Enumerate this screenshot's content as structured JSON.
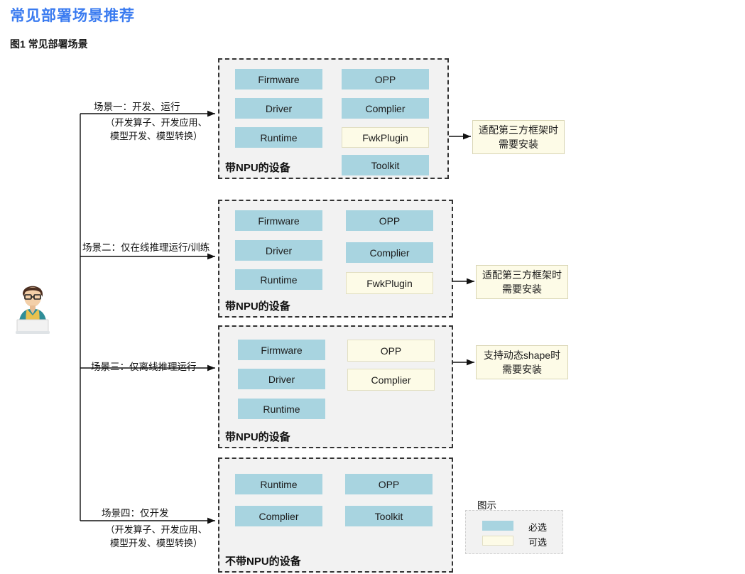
{
  "title": "常见部署场景推荐",
  "caption": {
    "num": "图1",
    "text": "常见部署场景"
  },
  "colors": {
    "required": "#a8d4e0",
    "optional": "#fdfbe7",
    "title": "#3a7bf0",
    "group_bg": "#f2f2f2"
  },
  "actor": {
    "name": "developer-avatar"
  },
  "scenarios": [
    {
      "id": "scenario-1",
      "label": "场景一：开发、运行",
      "sub": "（开发算子、开发应用、\n模型开发、模型转换）",
      "sub_line1": "（开发算子、开发应用、",
      "sub_line2": "模型开发、模型转换）",
      "device": "带NPU的设备",
      "left_components": [
        {
          "name": "Firmware",
          "type": "required"
        },
        {
          "name": "Driver",
          "type": "required"
        },
        {
          "name": "Runtime",
          "type": "required"
        }
      ],
      "right_components": [
        {
          "name": "OPP",
          "type": "required"
        },
        {
          "name": "Complier",
          "type": "required"
        },
        {
          "name": "FwkPlugin",
          "type": "optional"
        },
        {
          "name": "Toolkit",
          "type": "required"
        }
      ],
      "note": {
        "line1": "适配第三方框架时",
        "line2": "需要安装",
        "from": "FwkPlugin"
      }
    },
    {
      "id": "scenario-2",
      "label": "场景二：仅在线推理运行/训练",
      "sub_line1": "",
      "sub_line2": "",
      "device": "带NPU的设备",
      "left_components": [
        {
          "name": "Firmware",
          "type": "required"
        },
        {
          "name": "Driver",
          "type": "required"
        },
        {
          "name": "Runtime",
          "type": "required"
        }
      ],
      "right_components": [
        {
          "name": "OPP",
          "type": "required"
        },
        {
          "name": "Complier",
          "type": "required"
        },
        {
          "name": "FwkPlugin",
          "type": "optional"
        }
      ],
      "note": {
        "line1": "适配第三方框架时",
        "line2": "需要安装",
        "from": "FwkPlugin"
      }
    },
    {
      "id": "scenario-3",
      "label": "场景三：仅离线推理运行",
      "sub_line1": "",
      "sub_line2": "",
      "device": "带NPU的设备",
      "left_components": [
        {
          "name": "Firmware",
          "type": "required"
        },
        {
          "name": "Driver",
          "type": "required"
        },
        {
          "name": "Runtime",
          "type": "required"
        }
      ],
      "right_components": [
        {
          "name": "OPP",
          "type": "optional"
        },
        {
          "name": "Complier",
          "type": "optional"
        }
      ],
      "note": {
        "line1": "支持动态shape时",
        "line2": "需要安装",
        "from": "OPP,Complier"
      }
    },
    {
      "id": "scenario-4",
      "label": "场景四：仅开发",
      "sub_line1": "（开发算子、开发应用、",
      "sub_line2": "模型开发、模型转换）",
      "device": "不带NPU的设备",
      "left_components": [
        {
          "name": "Runtime",
          "type": "required"
        },
        {
          "name": "Complier",
          "type": "required"
        }
      ],
      "right_components": [
        {
          "name": "OPP",
          "type": "required"
        },
        {
          "name": "Toolkit",
          "type": "required"
        }
      ],
      "note": null
    }
  ],
  "legend": {
    "title": "图示",
    "items": [
      {
        "type": "required",
        "label": "必选"
      },
      {
        "type": "optional",
        "label": "可选"
      }
    ]
  }
}
